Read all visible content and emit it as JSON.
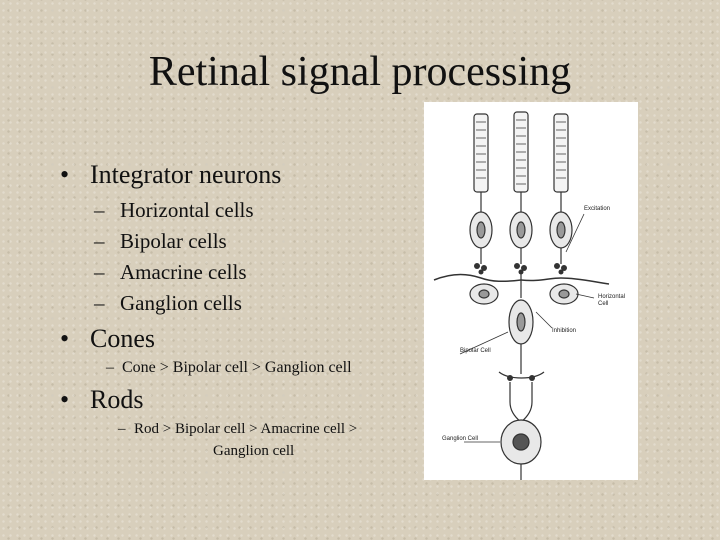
{
  "slide": {
    "title": "Retinal signal processing",
    "bullets": [
      {
        "marker": "•",
        "text": "Integrator neurons",
        "subitems": [
          {
            "marker": "–",
            "text": "Horizontal cells"
          },
          {
            "marker": "–",
            "text": "Bipolar cells"
          },
          {
            "marker": "–",
            "text": "Amacrine cells"
          },
          {
            "marker": "–",
            "text": "Ganglion cells"
          }
        ]
      },
      {
        "marker": "•",
        "text": "Cones",
        "subitems": [
          {
            "marker": "–",
            "text": "Cone > Bipolar cell > Ganglion cell"
          }
        ]
      },
      {
        "marker": "•",
        "text": "Rods",
        "subitems": [
          {
            "marker": "–",
            "text": "Rod > Bipolar cell > Amacrine cell >",
            "continuation": "Ganglion cell"
          }
        ]
      }
    ]
  },
  "figure": {
    "labels": {
      "excitation": "Excitation",
      "horizontal_cell_1": "Horizontal",
      "horizontal_cell_2": "Cell",
      "inhibition": "Inhibition",
      "bipolar_cell": "Bipolar Cell",
      "ganglion_cell": "Ganglion Cell"
    }
  }
}
